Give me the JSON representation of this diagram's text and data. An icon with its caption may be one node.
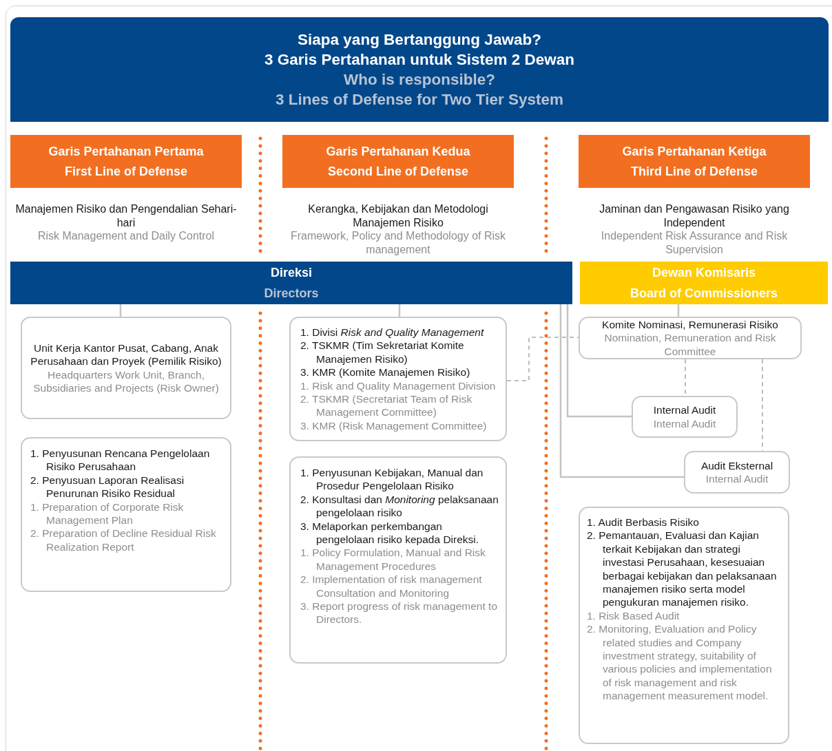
{
  "diagram": {
    "nodes": [
      {
        "text": [
          "Siapa yang Bertanggung Jawab?",
          "3 Garis Pertahanan untuk Sistem 2 Dewan",
          "Who is responsible?",
          "3 Lines of Defense for Two Tier System"
        ]
      },
      {
        "text": [
          "Garis Pertahanan Pertama",
          "First Line of Defense"
        ],
        "beside": [
          "Manajemen Risiko dan Pengendalian Sehari-hari",
          "Risk Management and Daily Control"
        ]
      },
      {
        "text": [
          "Garis Pertahanan Kedua",
          "Second Line of Defense"
        ],
        "beside": [
          "Kerangka, Kebijakan dan Metodologi Manajemen Risiko",
          "Framework, Policy and Methodology of Risk management"
        ]
      },
      {
        "text": [
          "Garis Pertahanan Ketiga",
          "Third Line of Defense"
        ],
        "beside": [
          "Jaminan dan Pengawasan Risiko yang Independent",
          "Independent Risk Assurance and Risk Supervision"
        ]
      },
      {
        "text": [
          "Direksi",
          "Directors"
        ]
      },
      {
        "text": [
          "Dewan Komisaris",
          "Board of Commissioners"
        ]
      },
      {
        "text": [
          "Unit Kerja Kantor Pusat, Cabang, Anak Perusahaan dan Proyek (Pemilik Risiko)",
          "Headquarters Work Unit, Branch, Subsidiaries and Projects (Risk Owner)"
        ]
      },
      {
        "text": [
          "1. Divisi *Risk and Quality Management*",
          "2. TSKMR (Tim Sekretariat Komite Manajemen Risiko)",
          "3. KMR (Komite Manajemen Risiko)",
          "1. Risk and Quality Management Division",
          "2. TSKMR (Secretariat Team of Risk Management Committee)",
          "3. KMR (Risk Management Committee)"
        ]
      },
      {
        "text": [
          "Komite Nominasi, Remunerasi Risiko",
          "Nomination, Remuneration and Risk Committee"
        ]
      },
      {
        "text": [
          "Internal Audit",
          "Internal Audit"
        ]
      },
      {
        "text": [
          "Audit Eksternal",
          "Internal Audit"
        ]
      },
      {
        "text": [
          "1. Penyusunan Rencana Pengelolaan Risiko Perusahaan",
          "2. Penyusuan Laporan Realisasi Penurunan Risiko Residual",
          "1. Preparation of Corporate Risk Management Plan",
          "2. Preparation of Decline Residual Risk Realization Report"
        ]
      },
      {
        "text": [
          "1. Penyusunan Kebijakan, Manual dan Prosedur Pengelolaan Risiko",
          "2. Konsultasi dan *Monitoring* pelaksanaan pengelolaan risiko",
          "3. Melaporkan perkembangan pengelolaan risiko kepada Direksi.",
          "1. Policy Formulation, Manual and Risk Management Procedures",
          "2. Implementation of risk management Consultation and Monitoring",
          "3. Report progress of risk management to Directors."
        ]
      },
      {
        "text": [
          "1. Audit Berbasis Risiko",
          "2. Pemantauan, Evaluasi dan Kajian terkait Kebijakan dan strategi investasi Perusahaan, kesesuaian berbagai kebijakan dan pelaksanaan manajemen risiko serta model pengukuran manajemen risiko.",
          "1. Risk Based Audit",
          "2. Monitoring, Evaluation and Policy related studies and Company investment strategy, suitability of various policies and implementation of risk management and risk management measurement model."
        ]
      }
    ],
    "edges": [
      {
        "from": 4,
        "to": 6,
        "arrow": "none"
      },
      {
        "from": 4,
        "to": 7,
        "arrow": "none"
      },
      {
        "from": 5,
        "to": 8,
        "arrow": "none"
      },
      {
        "from": 7,
        "to": 8,
        "arrow": "none",
        "style": "dashed"
      },
      {
        "from": 8,
        "to": 9,
        "arrow": "none",
        "style": "dashed"
      },
      {
        "from": 8,
        "to": 10,
        "arrow": "none",
        "style": "dashed"
      },
      {
        "from": 4,
        "to": 9,
        "arrow": "none"
      },
      {
        "from": 4,
        "to": 10,
        "arrow": "none"
      }
    ]
  }
}
